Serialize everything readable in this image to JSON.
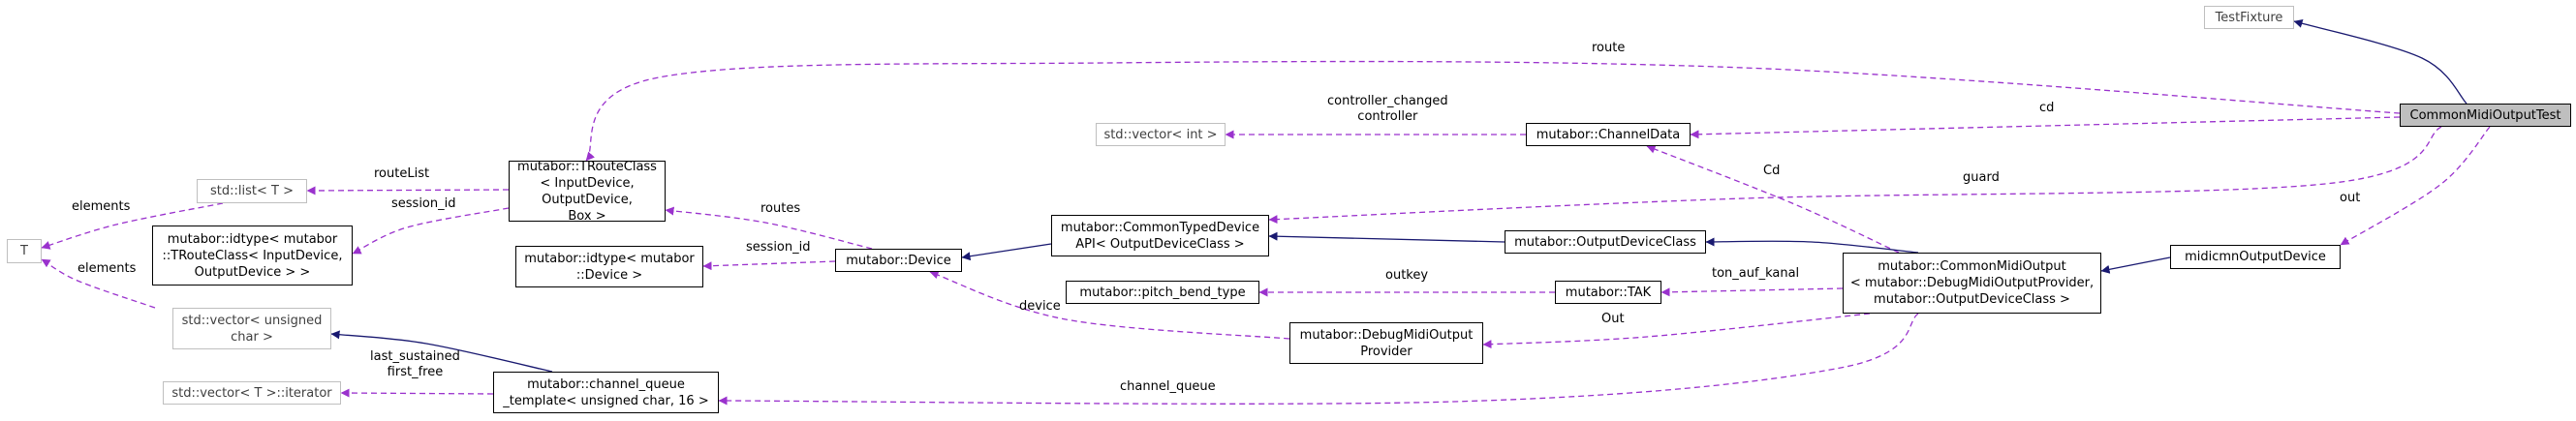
{
  "colors": {
    "inherit": "#191970",
    "usage": "#9a32cd",
    "box_border": "#000000",
    "ghost_border": "#bfbfbf",
    "current_fill": "#bfbfbf"
  },
  "nodes": [
    {
      "id": "testfixture",
      "label": "TestFixture",
      "style": "ghost"
    },
    {
      "id": "commonmidioutputtest",
      "label": "CommonMidiOutputTest",
      "style": "current"
    },
    {
      "id": "troute",
      "label": "mutabor::TRouteClass\n< InputDevice, OutputDevice,\nBox >",
      "style": "normal"
    },
    {
      "id": "stdlist",
      "label": "std::list< T >",
      "style": "ghost"
    },
    {
      "id": "T",
      "label": "T",
      "style": "ghost"
    },
    {
      "id": "idtype_troute",
      "label": "mutabor::idtype< mutabor\n::TRouteClass< InputDevice,\nOutputDevice > >",
      "style": "normal"
    },
    {
      "id": "stdvector_int",
      "label": "std::vector< int >",
      "style": "ghost"
    },
    {
      "id": "channeldata",
      "label": "mutabor::ChannelData",
      "style": "normal"
    },
    {
      "id": "commontyped",
      "label": "mutabor::CommonTypedDevice\nAPI< OutputDeviceClass >",
      "style": "normal"
    },
    {
      "id": "idtype_device",
      "label": "mutabor::idtype< mutabor\n::Device >",
      "style": "normal"
    },
    {
      "id": "device",
      "label": "mutabor::Device",
      "style": "normal"
    },
    {
      "id": "outputdeviceclass",
      "label": "mutabor::OutputDeviceClass",
      "style": "normal"
    },
    {
      "id": "commonmidioutput",
      "label": "mutabor::CommonMidiOutput\n< mutabor::DebugMidiOutputProvider,\nmutabor::OutputDeviceClass >",
      "style": "normal"
    },
    {
      "id": "midicmn",
      "label": "midicmnOutputDevice",
      "style": "normal"
    },
    {
      "id": "pitchbend",
      "label": "mutabor::pitch_bend_type",
      "style": "normal"
    },
    {
      "id": "tak",
      "label": "mutabor::TAK",
      "style": "normal"
    },
    {
      "id": "stdvector_uchar",
      "label": "std::vector< unsigned\nchar >",
      "style": "ghost"
    },
    {
      "id": "debugmidi",
      "label": "mutabor::DebugMidiOutput\nProvider",
      "style": "normal"
    },
    {
      "id": "stdvector_iter",
      "label": "std::vector< T >::iterator",
      "style": "ghost"
    },
    {
      "id": "channelqueue",
      "label": "mutabor::channel_queue\n_template< unsigned char, 16 >",
      "style": "normal"
    }
  ],
  "edges": [
    {
      "id": "e-fixture",
      "kind": "inherit",
      "from": "commonmidioutputtest",
      "to": "testfixture",
      "label": ""
    },
    {
      "id": "e-route",
      "kind": "usage",
      "from": "commonmidioutputtest",
      "to": "troute",
      "label": "route"
    },
    {
      "id": "e-cd",
      "kind": "usage",
      "from": "commonmidioutputtest",
      "to": "channeldata",
      "label": "cd"
    },
    {
      "id": "e-guard",
      "kind": "usage",
      "from": "commonmidioutputtest",
      "to": "commontyped",
      "label": "guard"
    },
    {
      "id": "e-out",
      "kind": "usage",
      "from": "commonmidioutputtest",
      "to": "midicmn",
      "label": "out"
    },
    {
      "id": "e-midicmn",
      "kind": "inherit",
      "from": "midicmn",
      "to": "commonmidioutput",
      "label": ""
    },
    {
      "id": "e-cmo-cd",
      "kind": "usage",
      "from": "commonmidioutput",
      "to": "channeldata",
      "label": "Cd"
    },
    {
      "id": "e-cmo-odc",
      "kind": "inherit",
      "from": "commonmidioutput",
      "to": "outputdeviceclass",
      "label": ""
    },
    {
      "id": "e-odc-ct",
      "kind": "inherit",
      "from": "outputdeviceclass",
      "to": "commontyped",
      "label": ""
    },
    {
      "id": "e-ct-dev",
      "kind": "inherit",
      "from": "commontyped",
      "to": "device",
      "label": ""
    },
    {
      "id": "e-cmo-tak",
      "kind": "usage",
      "from": "commonmidioutput",
      "to": "tak",
      "label": "ton_auf_kanal"
    },
    {
      "id": "e-tak-pb",
      "kind": "usage",
      "from": "tak",
      "to": "pitchbend",
      "label": "outkey"
    },
    {
      "id": "e-cmo-dbg",
      "kind": "usage",
      "from": "commonmidioutput",
      "to": "debugmidi",
      "label": "Out"
    },
    {
      "id": "e-dbg-dev",
      "kind": "usage",
      "from": "debugmidi",
      "to": "device",
      "label": "device"
    },
    {
      "id": "e-cmo-cq",
      "kind": "usage",
      "from": "commonmidioutput",
      "to": "channelqueue",
      "label": "channel_queue"
    },
    {
      "id": "e-cd-vec",
      "kind": "usage",
      "from": "channeldata",
      "to": "stdvector_int",
      "label": "controller_changed\ncontroller"
    },
    {
      "id": "e-dev-troute",
      "kind": "usage",
      "from": "device",
      "to": "troute",
      "label": "routes"
    },
    {
      "id": "e-dev-idt",
      "kind": "usage",
      "from": "device",
      "to": "idtype_device",
      "label": "session_id"
    },
    {
      "id": "e-troute-list",
      "kind": "usage",
      "from": "troute",
      "to": "stdlist",
      "label": "routeList"
    },
    {
      "id": "e-troute-idt",
      "kind": "usage",
      "from": "troute",
      "to": "idtype_troute",
      "label": "session_id"
    },
    {
      "id": "e-list-T",
      "kind": "usage",
      "from": "stdlist",
      "to": "T",
      "label": "elements"
    },
    {
      "id": "e-vecu-T",
      "kind": "usage",
      "from": "stdvector_uchar",
      "to": "T",
      "label": "elements"
    },
    {
      "id": "e-cq-vecu",
      "kind": "inherit",
      "from": "channelqueue",
      "to": "stdvector_uchar",
      "label": ""
    },
    {
      "id": "e-cq-iter",
      "kind": "usage",
      "from": "channelqueue",
      "to": "stdvector_iter",
      "label": "last_sustained\nfirst_free"
    }
  ]
}
